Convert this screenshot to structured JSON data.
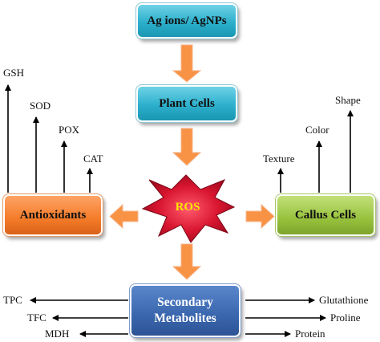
{
  "nodes": {
    "source": "Ag ions/ AgNPs",
    "plant": "Plant Cells",
    "ros": "ROS",
    "antioxidants": "Antioxidants",
    "callus": "Callus Cells",
    "secondary_line1": "Secondary",
    "secondary_line2": "Metabolites"
  },
  "antioxidant_markers": [
    "GSH",
    "SOD",
    "POX",
    "CAT"
  ],
  "callus_traits": [
    "Texture",
    "Color",
    "Shape"
  ],
  "metabolites_left": [
    "TPC",
    "TFC",
    "MDH"
  ],
  "metabolites_right": [
    "Glutathione",
    "Proline",
    "Protein"
  ],
  "colors": {
    "teal": "#2cb0cc",
    "orange": "#f47b28",
    "green": "#97c23d",
    "blue": "#3a66ad",
    "ros_red": "#c8102e"
  }
}
